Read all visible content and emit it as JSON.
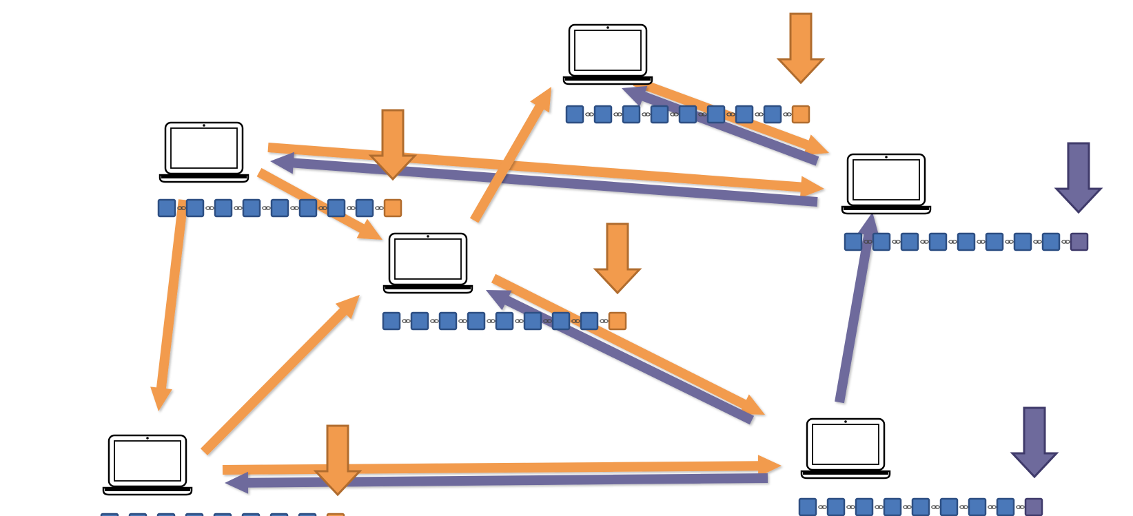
{
  "diagram": {
    "description_visible_text": "",
    "colors": {
      "orange": "#f29b4d",
      "purple": "#6e6a9c",
      "orange_block_stroke": "#b06c2e",
      "purple_block_stroke": "#3f3a6a",
      "block_fill": "#4a78b9",
      "block_stroke": "#2d4e82",
      "tail_block_orange": "#f29b4d",
      "tail_block_purple": "#6e6a9c",
      "laptop_stroke": "#000000",
      "background": "#ffffff"
    },
    "nodes": [
      {
        "id": "node-top-left",
        "chain_color": "orange",
        "block_count": 8,
        "has_incoming_block": true,
        "incoming_block_color": "orange"
      },
      {
        "id": "node-top-center",
        "chain_color": "orange",
        "block_count": 8,
        "has_incoming_block": true,
        "incoming_block_color": "orange"
      },
      {
        "id": "node-top-right",
        "chain_color": "purple",
        "block_count": 8,
        "has_incoming_block": true,
        "incoming_block_color": "purple"
      },
      {
        "id": "node-center",
        "chain_color": "orange",
        "block_count": 8,
        "has_incoming_block": true,
        "incoming_block_color": "orange"
      },
      {
        "id": "node-bottom-left",
        "chain_color": "orange",
        "block_count": 8,
        "has_incoming_block": true,
        "incoming_block_color": "orange"
      },
      {
        "id": "node-bottom-right",
        "chain_color": "purple",
        "block_count": 8,
        "has_incoming_block": true,
        "incoming_block_color": "purple"
      }
    ],
    "edges": [
      {
        "from": "node-top-left",
        "to": "node-top-right",
        "color": "orange"
      },
      {
        "from": "node-top-right",
        "to": "node-top-left",
        "color": "purple"
      },
      {
        "from": "node-top-left",
        "to": "node-center",
        "color": "orange"
      },
      {
        "from": "node-top-left",
        "to": "node-bottom-left",
        "color": "orange"
      },
      {
        "from": "node-center",
        "to": "node-top-center",
        "color": "orange"
      },
      {
        "from": "node-top-center",
        "to": "node-top-right",
        "color": "orange"
      },
      {
        "from": "node-top-right",
        "to": "node-top-center",
        "color": "purple"
      },
      {
        "from": "node-center",
        "to": "node-bottom-right",
        "color": "orange"
      },
      {
        "from": "node-bottom-right",
        "to": "node-center",
        "color": "purple"
      },
      {
        "from": "node-bottom-left",
        "to": "node-center",
        "color": "orange"
      },
      {
        "from": "node-bottom-left",
        "to": "node-bottom-right",
        "color": "orange"
      },
      {
        "from": "node-bottom-right",
        "to": "node-bottom-left",
        "color": "purple"
      },
      {
        "from": "node-bottom-right",
        "to": "node-top-right",
        "color": "purple"
      }
    ]
  }
}
